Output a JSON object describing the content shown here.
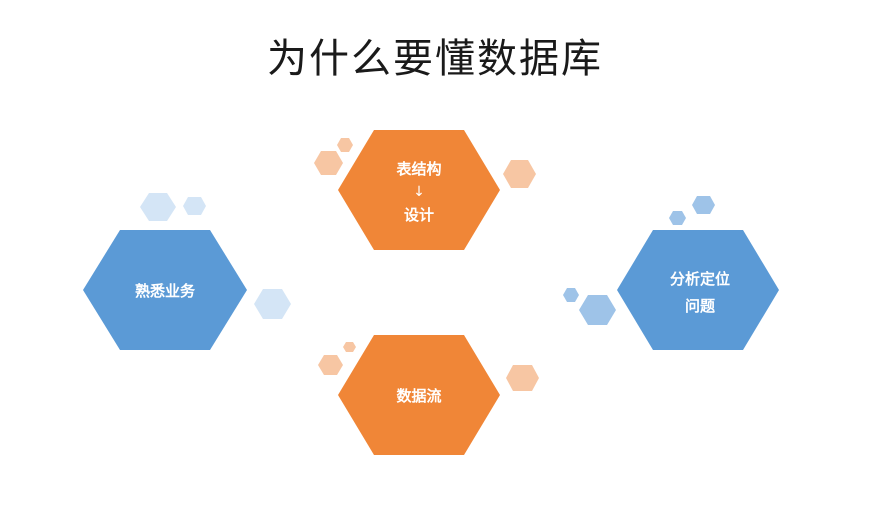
{
  "title": "为什么要懂数据库",
  "colors": {
    "orange": "#f08637",
    "orange_light": "#f7c6a3",
    "blue": "#5b9ad6",
    "blue_mid": "#9ec3e8",
    "blue_light": "#d4e5f6"
  },
  "nodes": [
    {
      "id": "business",
      "label": "熟悉业务"
    },
    {
      "id": "schema",
      "label_top": "表结构",
      "arrow": "↓",
      "label_bottom": "设计"
    },
    {
      "id": "dataflow",
      "label": "数据流"
    },
    {
      "id": "analysis",
      "label_line1": "分析定位",
      "label_line2": "问题"
    }
  ]
}
